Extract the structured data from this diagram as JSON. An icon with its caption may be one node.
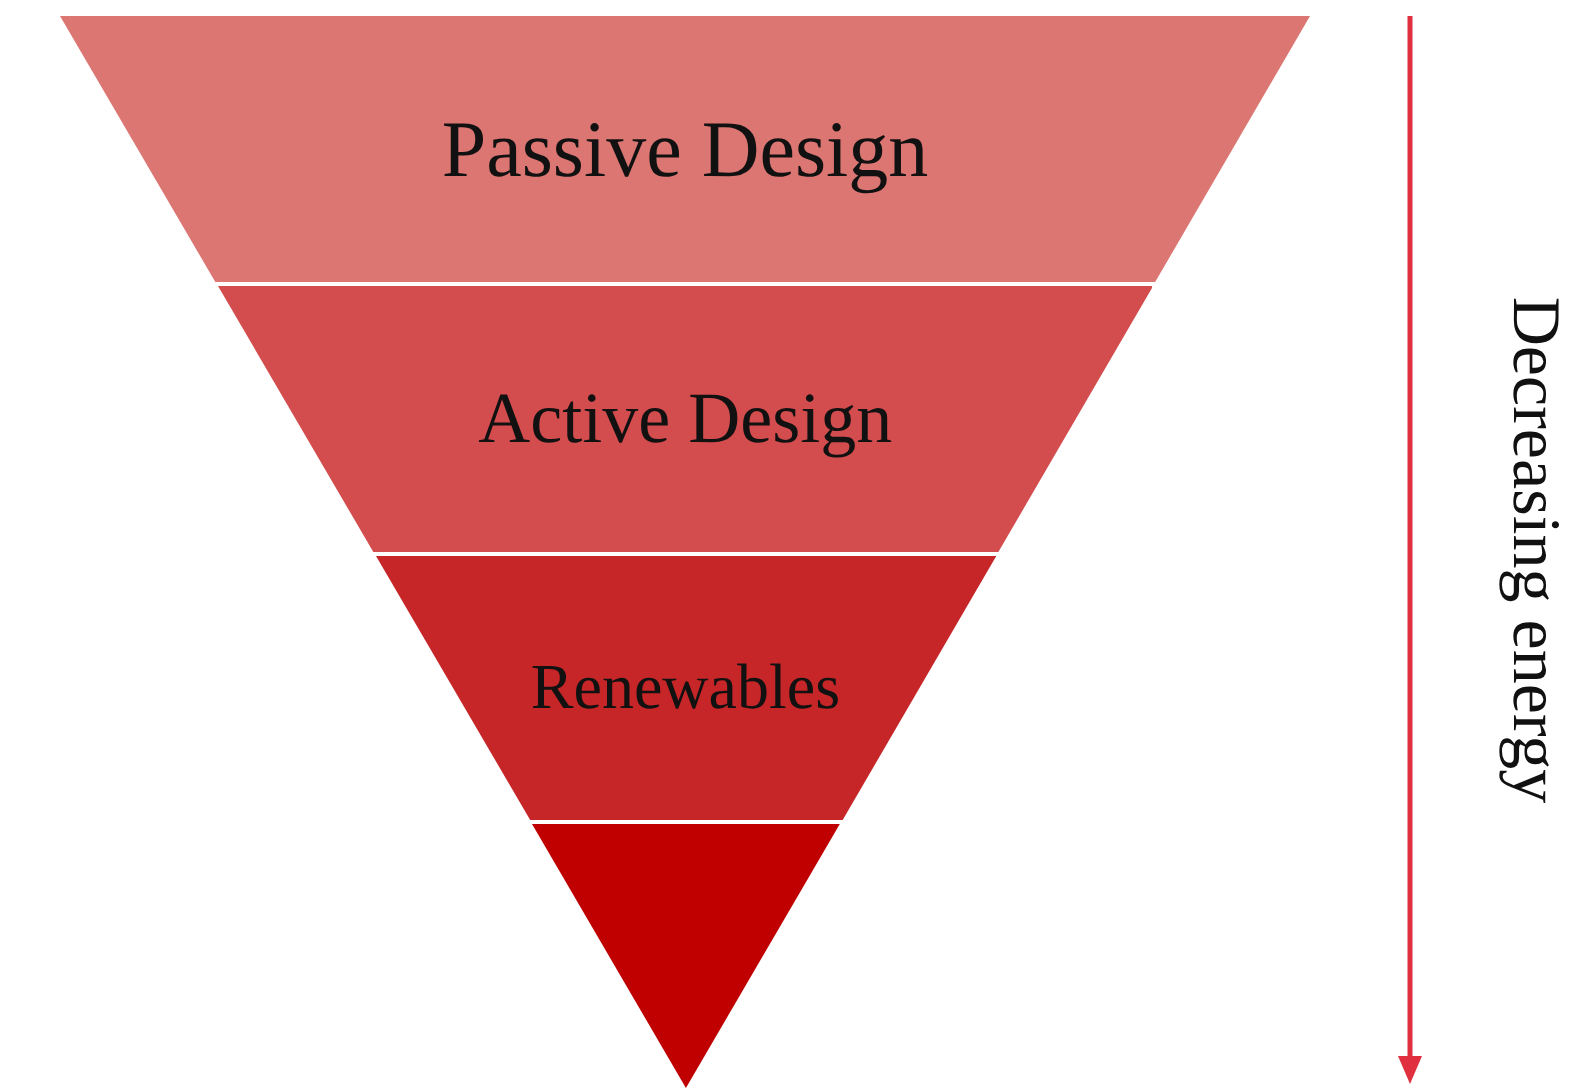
{
  "diagram": {
    "nodes": [
      {
        "text": [
          "Passive Design"
        ]
      },
      {
        "text": [
          "Active Design"
        ]
      },
      {
        "text": [
          "Renewables"
        ]
      },
      {
        "text": [],
        "shape": "triangle"
      }
    ],
    "labels": [
      "Decreasing energy"
    ]
  }
}
